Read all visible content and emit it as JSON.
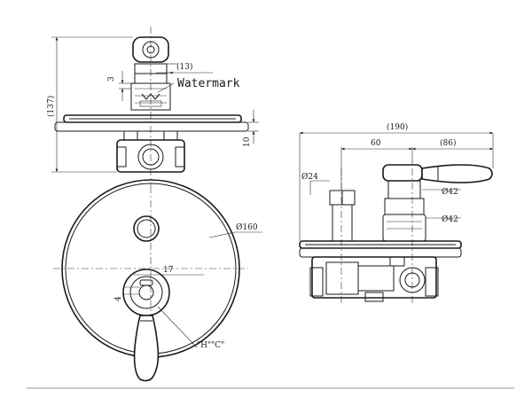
{
  "labels": {
    "watermark": "Watermark",
    "dim_13": "(13)",
    "dim_3": "3",
    "dim_137": "(137)",
    "dim_10": "10",
    "dim_160": "Ø160",
    "dim_17": "17",
    "dim_4": "4",
    "hot_cold": "\"H\"\"C\"",
    "dim_190": "(190)",
    "dim_60": "60",
    "dim_86": "(86)",
    "dim_24": "Ø24",
    "dim_42a": "Ø42",
    "dim_42b": "Ø42"
  }
}
